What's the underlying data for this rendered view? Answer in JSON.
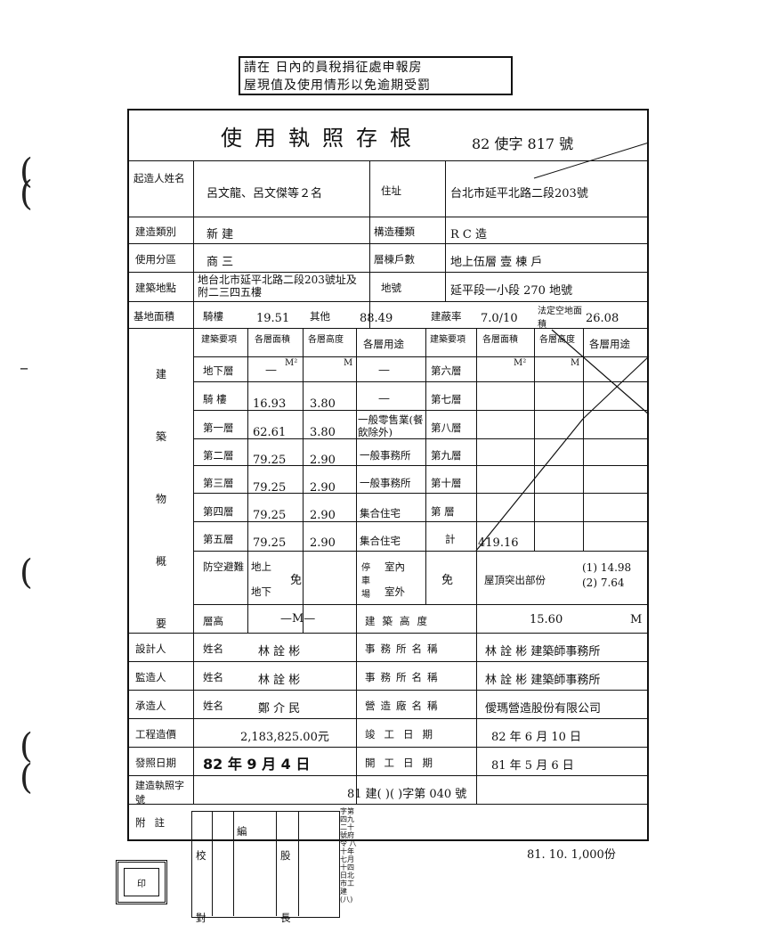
{
  "notice": {
    "line1": "請在 日內的員稅捐征處申報房",
    "line2": "屋現值及使用情形以免逾期受罰"
  },
  "form": {
    "title": "使用執照存根",
    "permit_no": "82 使字 817 號",
    "footer_print": "81. 10. 1,000份",
    "labels": {
      "builder": "起造人姓名",
      "address": "住址",
      "category": "建造類別",
      "structure": "構造種類",
      "zoning": "使用分區",
      "floors_units": "層棟戶數",
      "location": "建築地點",
      "lot": "地號",
      "site_area": "基地面積",
      "arcade": "騎樓",
      "other": "其他",
      "coverage": "建蔽率",
      "legal_open": "法定空地面積",
      "building_overview": "建築物概要",
      "col_item": "建築要項",
      "col_area": "各層面積",
      "col_height": "各層高度",
      "col_use": "各層用途",
      "shelter": "防空避難",
      "parking": "停車場",
      "indoor": "室內",
      "outdoor": "室外",
      "above": "地上",
      "below": "地下",
      "rooftop": "屋頂突出部份",
      "floor_height": "層高",
      "bldg_height": "建築高度",
      "designer": "設計人",
      "supervisor": "監造人",
      "contractor": "承造人",
      "name": "姓名",
      "office_name": "事務所名稱",
      "firm_name": "營造廠名稱",
      "cost": "工程造價",
      "completion": "竣工日期",
      "issue_date": "發照日期",
      "start": "開工日期",
      "build_permit_no": "建造執照字號",
      "remarks": "附註",
      "unit_m2": "M²",
      "unit_m": "M",
      "total": "計"
    },
    "values": {
      "builder": "呂文龍、呂文傑等２名",
      "address": "台北市延平北路二段203號",
      "category": "新 建",
      "structure": "R C 造",
      "zoning": "商 三",
      "floors_units": "地上伍層 壹 棟 戶",
      "location": "地台北市延平北路二段203號址及附二三四五樓",
      "lot": "延平段一小段 270 地號",
      "arcade_area": "19.51",
      "other_area": "88.49",
      "coverage": "7.0/10",
      "legal_open": "26.08",
      "total_area": "419.16",
      "rooftop1": "(1) 14.98",
      "rooftop2": "(2) 7.64",
      "bldg_height": "15.60",
      "designer": "林 詮 彬",
      "designer_office": "林 詮 彬 建築師事務所",
      "supervisor": "林 詮 彬",
      "supervisor_office": "林 詮 彬 建築師事務所",
      "contractor": "鄭 介 民",
      "contractor_firm": "僾瑪營造股份有限公司",
      "cost": "2,183,825.00元",
      "completion": "82 年 6 月 10 日",
      "issue_date": "82 年 9 月 4 日",
      "start": "81 年 5 月 6 日",
      "build_permit": "81 建(       )(       )字第 040 號",
      "shelter": "免",
      "parking": "免",
      "floor_height_val": "—M—"
    },
    "floors": [
      {
        "name": "地下層",
        "area": "—",
        "height": "",
        "use": "—"
      },
      {
        "name": "騎 樓",
        "area": "16.93",
        "height": "3.80",
        "use": "—"
      },
      {
        "name": "第一層",
        "area": "62.61",
        "height": "3.80",
        "use": "一般零售業(餐飲除外)"
      },
      {
        "name": "第二層",
        "area": "79.25",
        "height": "2.90",
        "use": "一般事務所"
      },
      {
        "name": "第三層",
        "area": "79.25",
        "height": "2.90",
        "use": "一般事務所"
      },
      {
        "name": "第四層",
        "area": "79.25",
        "height": "2.90",
        "use": "集合住宅"
      },
      {
        "name": "第五層",
        "area": "79.25",
        "height": "2.90",
        "use": "集合住宅"
      }
    ],
    "upper_floors": [
      "第六層",
      "第七層",
      "第八層",
      "第九層",
      "第十層",
      "第 層"
    ],
    "stamp": {
      "col1": "校對",
      "col2": "編",
      "col3": "股長",
      "note": "字第四九二十號府令 八十年七月十四日北市工建(八)"
    }
  }
}
